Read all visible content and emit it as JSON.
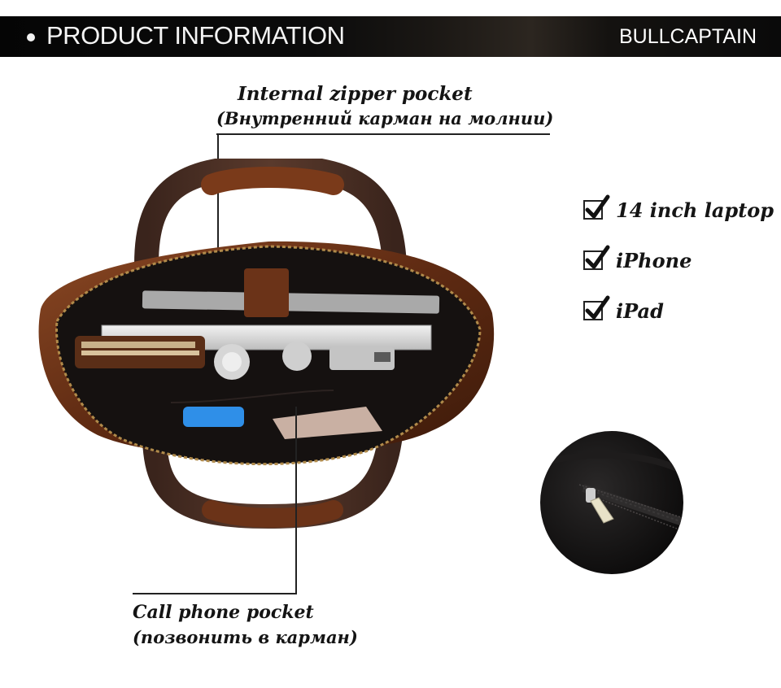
{
  "header": {
    "title": "PRODUCT INFORMATION",
    "brand": "BULLCAPTAIN"
  },
  "callouts": {
    "internal_pocket_en": "Internal zipper pocket",
    "internal_pocket_ru": "(Внутренний карман на молнии)",
    "phone_pocket_en": "Call phone pocket",
    "phone_pocket_ru": "(позвонить в карман)"
  },
  "features": [
    {
      "label": "14 inch laptop",
      "checked": true
    },
    {
      "label": "iPhone",
      "checked": true
    },
    {
      "label": "iPad",
      "checked": true
    }
  ],
  "colors": {
    "leather": "#6b3318",
    "zipper": "#b08a4a",
    "lining": "#120f0e"
  },
  "images": {
    "product": "leather-briefcase-open-top-view",
    "detail": "internal-zipper-pocket-closeup"
  }
}
